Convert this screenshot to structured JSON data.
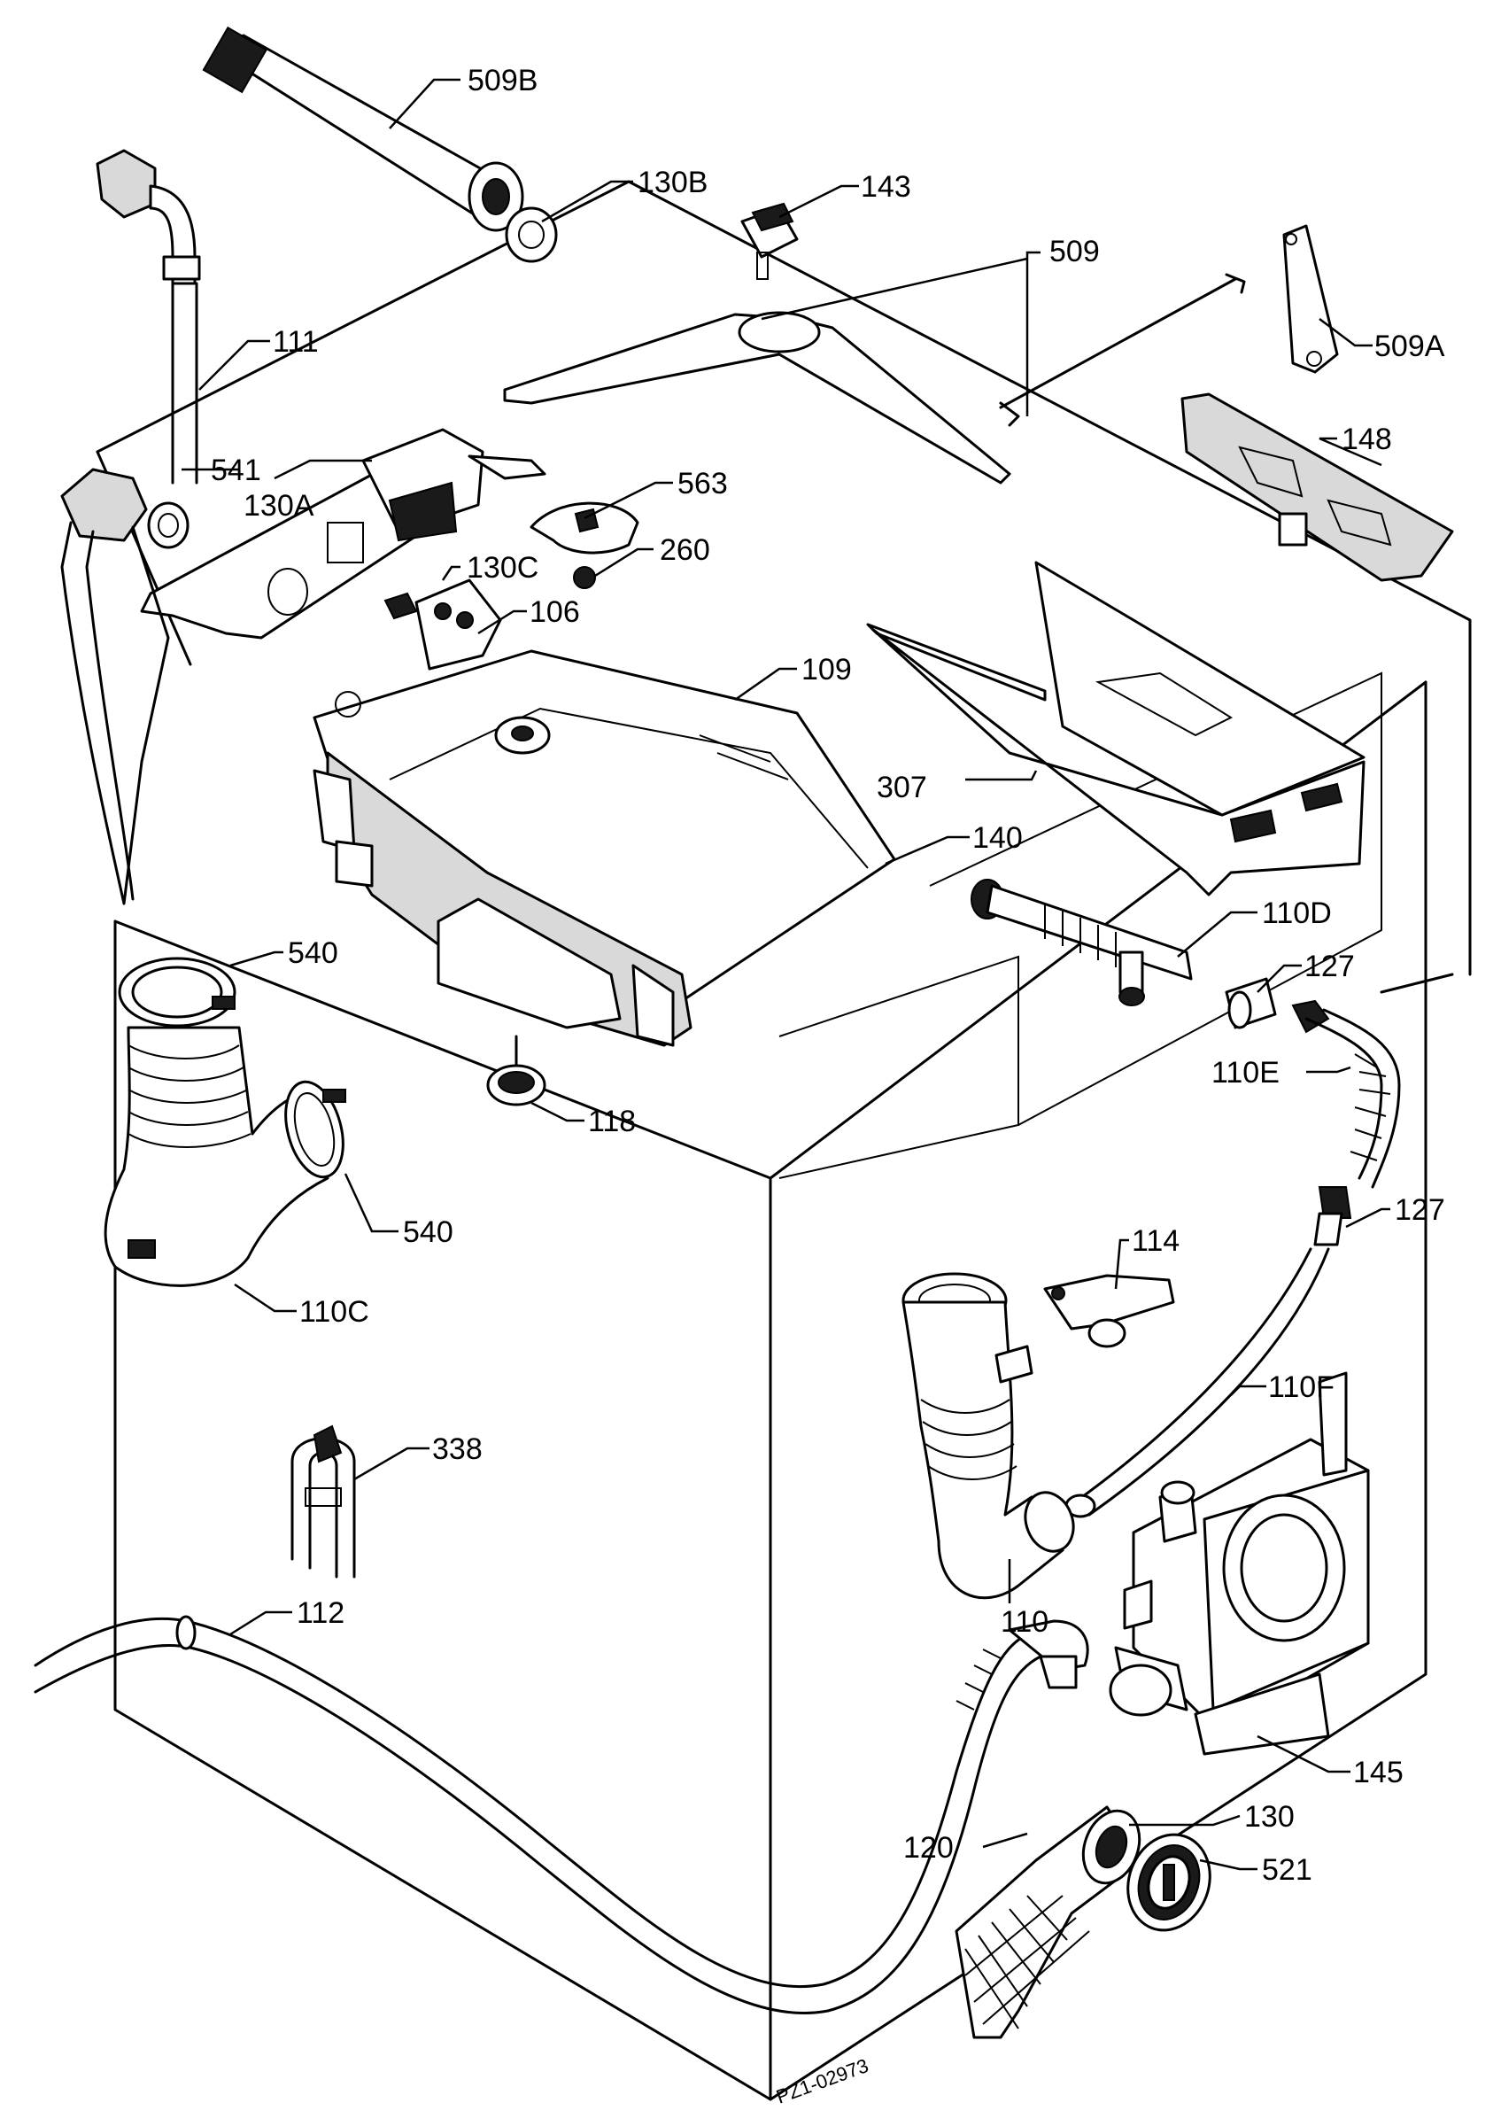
{
  "labels": {
    "l509b": "509B",
    "l130b": "130B",
    "l143": "143",
    "l509": "509",
    "l509a": "509A",
    "l111": "111",
    "l541": "541",
    "l130a": "130A",
    "l563": "563",
    "l260": "260",
    "l130c": "130C",
    "l106": "106",
    "l148": "148",
    "l109": "109",
    "l307": "307",
    "l140": "140",
    "l110d": "110D",
    "l127a": "127",
    "l110e": "110E",
    "l540a": "540",
    "l540b": "540",
    "l118": "118",
    "l110c": "110C",
    "l127b": "127",
    "l114": "114",
    "l110f": "110F",
    "l338": "338",
    "l110": "110",
    "l112": "112",
    "l145": "145",
    "l130": "130",
    "l120": "120",
    "l521": "521"
  },
  "drawing_code": "PZ1-02973"
}
